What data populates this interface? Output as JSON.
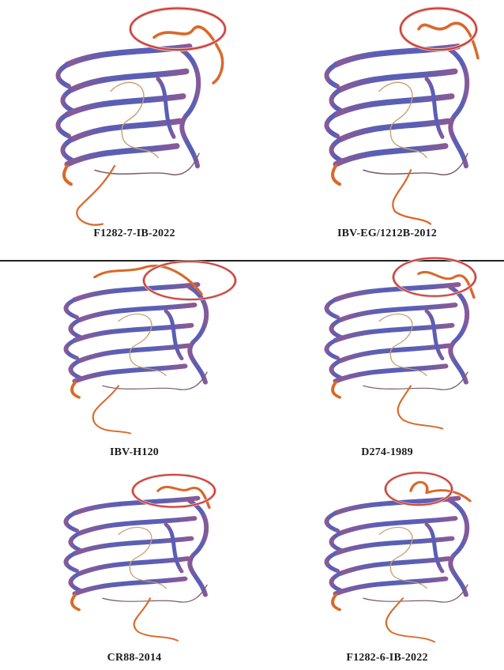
{
  "figure": {
    "panels": [
      {
        "label": "F1282-7-IB-2022"
      },
      {
        "label": "IBV-EG/1212B-2012"
      },
      {
        "label": "IBV-H120"
      },
      {
        "label": "D274-1989"
      },
      {
        "label": "CR88-2014"
      },
      {
        "label": "F1282-6-IB-2022"
      }
    ]
  },
  "colors": {
    "strand_blue": "#5a5fb5",
    "strand_purple": "#8a5a96",
    "coil_orange": "#d9692a",
    "coil_tan": "#c8a070",
    "ring_red": "#d9342b",
    "ring_inner": "#d8c8c8"
  }
}
